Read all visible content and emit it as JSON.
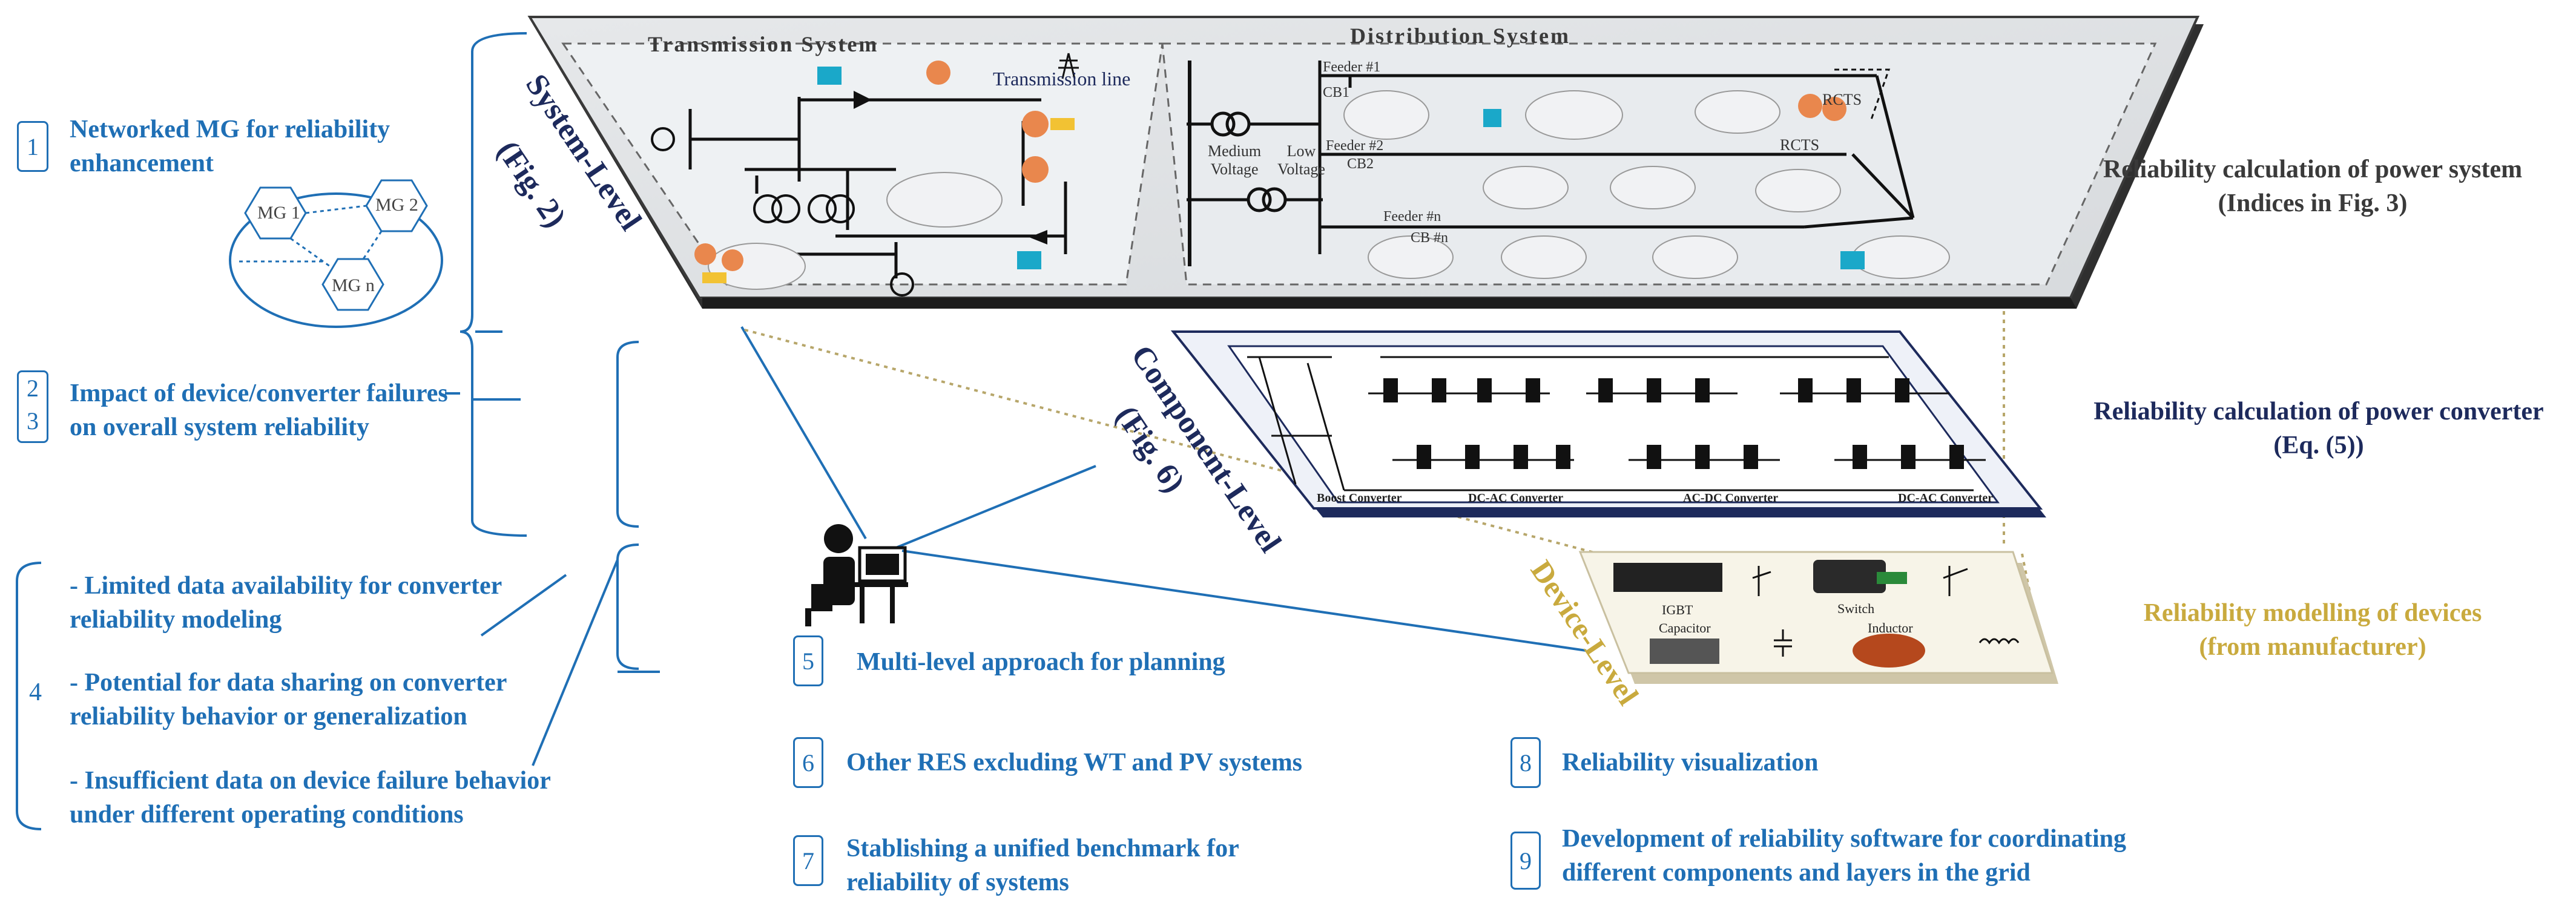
{
  "left_items": [
    {
      "number": "1",
      "text_lines": [
        "Networked MG for reliability",
        "enhancement"
      ]
    },
    {
      "numbers": [
        "2",
        "3"
      ],
      "text_lines": [
        "Impact of device/converter failures",
        "on overall system reliability"
      ]
    },
    {
      "number": "4",
      "bullets": [
        [
          "- Limited data availability for converter",
          "reliability modeling"
        ],
        [
          "- Potential for data sharing on converter",
          "reliability behavior or generalization"
        ],
        [
          "- Insufficient data on device failure behavior",
          "under different operating conditions"
        ]
      ]
    }
  ],
  "mg_inset": {
    "mg1": "MG 1",
    "mg2": "MG 2",
    "mgn": "MG n"
  },
  "levels": {
    "system": {
      "line1": "System-Level",
      "line2": "(Fig. 2)"
    },
    "component": {
      "line1": "Component-Level",
      "line2": "(Fig. 6)"
    },
    "device": {
      "line1": "Device-Level"
    }
  },
  "system_panel": {
    "transmission_system": "Transmission System",
    "distribution_system": "Distribution System",
    "transmission_line": "Transmission line",
    "medium_voltage": [
      "Medium",
      "Voltage"
    ],
    "low_voltage": [
      "Low",
      "Voltage"
    ],
    "feeders": [
      "Feeder #1",
      "Feeder #2",
      "Feeder #n"
    ],
    "breakers": [
      "CB1",
      "CB2",
      "CB #n"
    ],
    "rcts": [
      "RCTS",
      "RCTS"
    ]
  },
  "component_panel": {
    "labels": [
      "Boost Converter",
      "DC-AC Converter",
      "AC-DC Converter",
      "DC-AC Converter"
    ]
  },
  "device_panel": {
    "labels": [
      "IGBT",
      "Switch",
      "Capacitor",
      "Inductor"
    ]
  },
  "right_labels": {
    "system": [
      "Reliability calculation of power system",
      "(Indices in Fig. 3)"
    ],
    "component": [
      "Reliability calculation of power converter",
      "(Eq. (5))"
    ],
    "device": [
      "Reliability modelling of devices",
      "(from manufacturer)"
    ]
  },
  "bottom_items": [
    {
      "number": "5",
      "lines": [
        "Multi-level approach for planning"
      ]
    },
    {
      "number": "6",
      "lines": [
        "Other RES excluding WT and PV systems"
      ]
    },
    {
      "number": "7",
      "lines": [
        "Stablishing a unified benchmark for",
        "reliability of systems"
      ]
    },
    {
      "number": "8",
      "lines": [
        "Reliability visualization"
      ]
    },
    {
      "number": "9",
      "lines": [
        "Development of reliability software for coordinating",
        "different components and layers in the grid"
      ]
    }
  ],
  "colors": {
    "blue": "#1f6fb5",
    "navy": "#1d2a5c",
    "gold": "#c9aa3e",
    "gray": "#3a3a3a"
  }
}
